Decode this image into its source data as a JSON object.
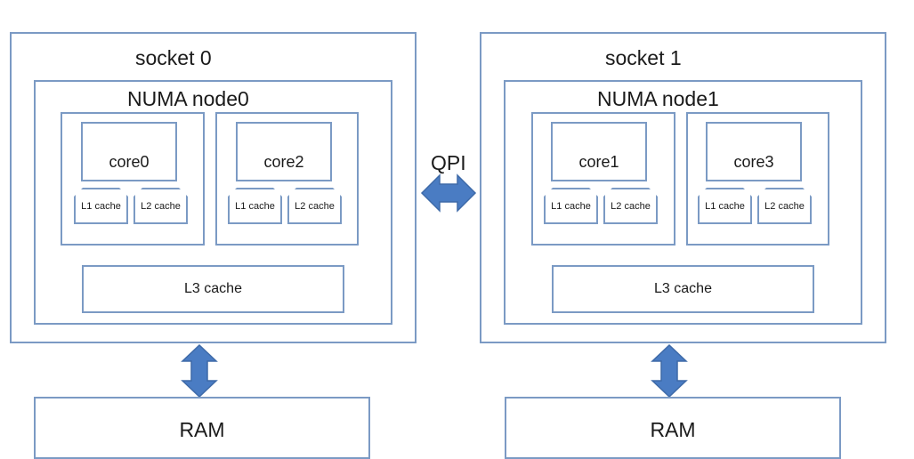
{
  "sockets": [
    {
      "title": "socket 0",
      "node_title": "NUMA node0",
      "cores": [
        {
          "name": "core0",
          "l1": "L1 cache",
          "l2": "L2 cache"
        },
        {
          "name": "core2",
          "l1": "L1 cache",
          "l2": "L2 cache"
        }
      ],
      "l3": "L3 cache",
      "ram": "RAM"
    },
    {
      "title": "socket 1",
      "node_title": "NUMA node1",
      "cores": [
        {
          "name": "core1",
          "l1": "L1 cache",
          "l2": "L2 cache"
        },
        {
          "name": "core3",
          "l1": "L1 cache",
          "l2": "L2 cache"
        }
      ],
      "l3": "L3 cache",
      "ram": "RAM"
    }
  ],
  "interconnect": {
    "label": "QPI"
  },
  "colors": {
    "border": "#7b9ac4",
    "arrow": "#4a7cc3",
    "arrow_stroke": "#3e6aa8"
  }
}
